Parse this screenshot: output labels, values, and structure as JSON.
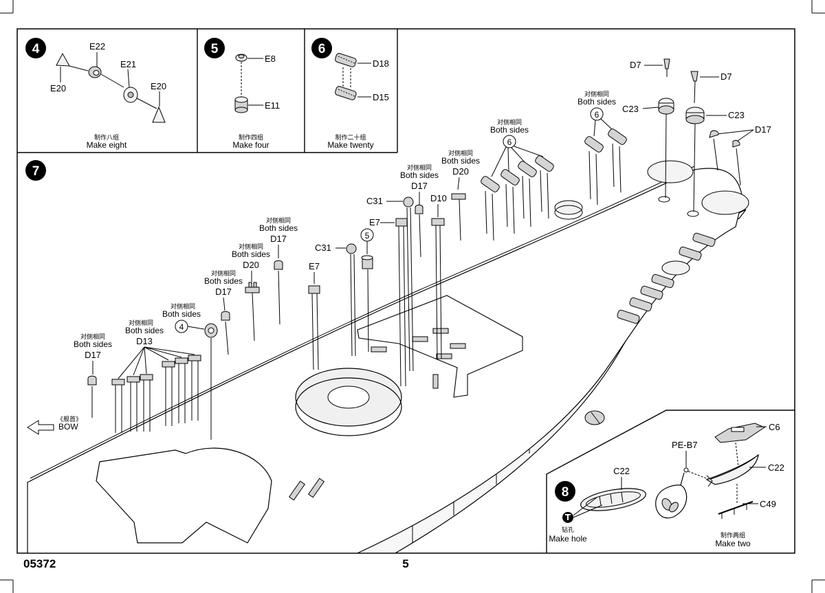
{
  "footer": {
    "code": "05372",
    "page": "5"
  },
  "steps": {
    "s4": {
      "num": "4",
      "labels": [
        "E22",
        "E21",
        "E20",
        "E20"
      ],
      "note_cn": "制作八组",
      "note": "Make eight"
    },
    "s5": {
      "num": "5",
      "labels": [
        "E8",
        "E11"
      ],
      "note_cn": "制作四组",
      "note": "Make four"
    },
    "s6": {
      "num": "6",
      "labels": [
        "D18",
        "D15"
      ],
      "note_cn": "制作二十组",
      "note": "Make twenty"
    },
    "s7": {
      "num": "7"
    },
    "s8": {
      "num": "8",
      "labels": [
        "C6",
        "PE-B7",
        "C22",
        "C22",
        "C49"
      ],
      "drill_cn": "钻孔",
      "drill": "Make hole",
      "note_cn": "制作两组",
      "note": "Make two"
    }
  },
  "main": {
    "both_cn": "对侧相同",
    "both": "Both sides",
    "bow_cn": "《舰首》",
    "bow": "BOW",
    "parts": {
      "d17_a": "D17",
      "d13": "D13",
      "d17_b": "D17",
      "d20_a": "D20",
      "d17_c": "D17",
      "e7_a": "E7",
      "c31_a": "C31",
      "e7_b": "E7",
      "c31_b": "C31",
      "d17_d": "D17",
      "d10": "D10",
      "d20_b": "D20",
      "d7_a": "D7",
      "d7_b": "D7",
      "c23_a": "C23",
      "c23_b": "C23",
      "d17_e": "D17"
    },
    "refs": {
      "r4": "4",
      "r5": "5",
      "r6a": "6",
      "r6b": "6"
    }
  }
}
